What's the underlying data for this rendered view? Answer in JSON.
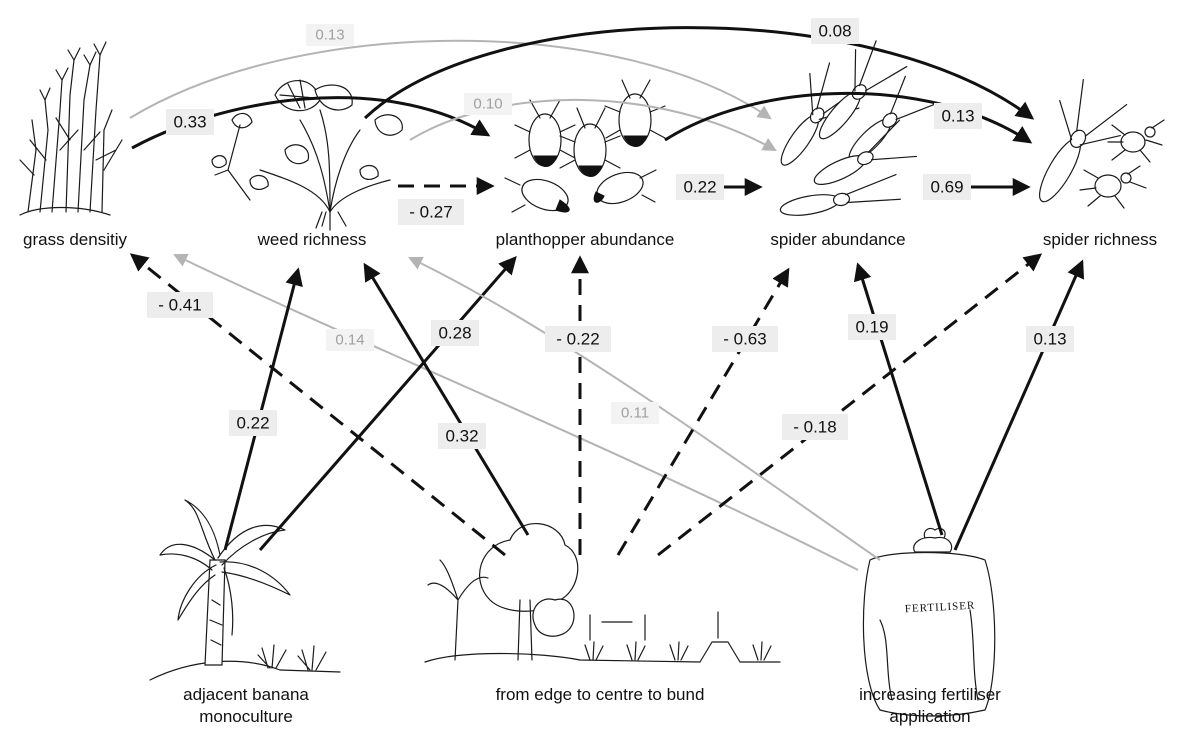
{
  "nodes": {
    "grass": "grass densitiy",
    "weed": "weed richness",
    "planthopper": "planthopper abundance",
    "spider_abundance": "spider abundance",
    "spider_richness": "spider richness",
    "banana_line1": "adjacent banana",
    "banana_line2": "monoculture",
    "edge": "from edge to centre to bund",
    "fert_line1": "increasing fertiliser",
    "fert_line2": "application"
  },
  "bag_label": "FERTILISER",
  "paths": [
    {
      "id": "grass_spiderab",
      "from": "grass density",
      "to": "spider abundance",
      "coef": "0.13",
      "style": "grey"
    },
    {
      "id": "grass_planthopper",
      "from": "grass density",
      "to": "planthopper abundance",
      "coef": "0.33",
      "style": "solid"
    },
    {
      "id": "weed_spiderrich",
      "from": "weed richness",
      "to": "spider richness",
      "coef": "0.08",
      "style": "solid"
    },
    {
      "id": "weed_spiderab",
      "from": "weed richness",
      "to": "spider abundance",
      "coef": "0.10",
      "style": "grey"
    },
    {
      "id": "weed_planthopper",
      "from": "weed richness",
      "to": "planthopper abundance",
      "coef": "- 0.27",
      "style": "dashed"
    },
    {
      "id": "planthopper_spiderrich",
      "from": "planthopper abundance",
      "to": "spider richness",
      "coef": "0.13",
      "style": "solid"
    },
    {
      "id": "planthopper_spiderab",
      "from": "planthopper abundance",
      "to": "spider abundance",
      "coef": "0.22",
      "style": "solid"
    },
    {
      "id": "spiderab_spiderrich",
      "from": "spider abundance",
      "to": "spider richness",
      "coef": "0.69",
      "style": "solid"
    },
    {
      "id": "edge_grass",
      "from": "edge to centre to bund",
      "to": "grass density",
      "coef": "- 0.41",
      "style": "dashed"
    },
    {
      "id": "fert_grass",
      "from": "fertiliser application",
      "to": "grass density",
      "coef": "0.14",
      "style": "grey"
    },
    {
      "id": "banana_weed",
      "from": "adjacent banana monoculture",
      "to": "weed richness",
      "coef": "0.22",
      "style": "solid"
    },
    {
      "id": "banana_planthopper",
      "from": "adjacent banana monoculture",
      "to": "planthopper abundance",
      "coef": "0.28",
      "style": "solid"
    },
    {
      "id": "edge_weed",
      "from": "edge to centre to bund",
      "to": "weed richness",
      "coef": "0.32",
      "style": "solid"
    },
    {
      "id": "edge_planthopper",
      "from": "edge to centre to bund",
      "to": "planthopper abundance",
      "coef": "- 0.22",
      "style": "dashed"
    },
    {
      "id": "fert_weed",
      "from": "fertiliser application",
      "to": "weed richness",
      "coef": "0.11",
      "style": "grey"
    },
    {
      "id": "edge_spiderab",
      "from": "edge to centre to bund",
      "to": "spider abundance",
      "coef": "- 0.63",
      "style": "dashed"
    },
    {
      "id": "edge_spiderrich",
      "from": "edge to centre to bund",
      "to": "spider richness",
      "coef": "- 0.18",
      "style": "dashed"
    },
    {
      "id": "fert_spiderab",
      "from": "fertiliser application",
      "to": "spider abundance",
      "coef": "0.19",
      "style": "solid"
    },
    {
      "id": "fert_spiderrich",
      "from": "fertiliser application",
      "to": "spider richness",
      "coef": "0.13",
      "style": "solid"
    }
  ],
  "colors": {
    "strong_path": "#111111",
    "weak_path": "#b4b4b4",
    "label_box": "#ededed"
  }
}
